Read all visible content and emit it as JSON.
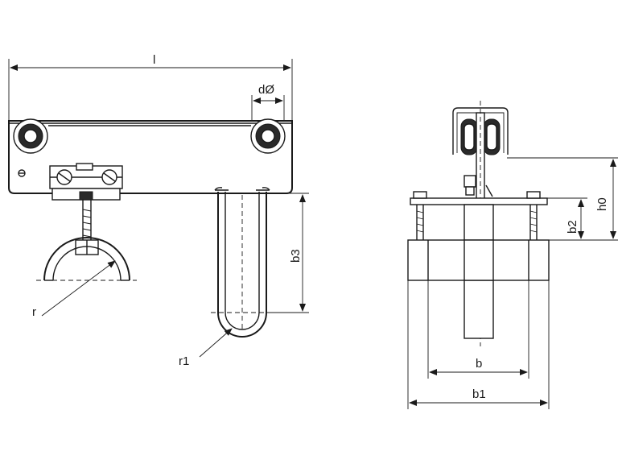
{
  "labels": {
    "l": "l",
    "d": "dØ",
    "b3": "b3",
    "r": "r",
    "r1": "r1",
    "h0": "h0",
    "b2": "b2",
    "b": "b",
    "b1": "b1"
  }
}
